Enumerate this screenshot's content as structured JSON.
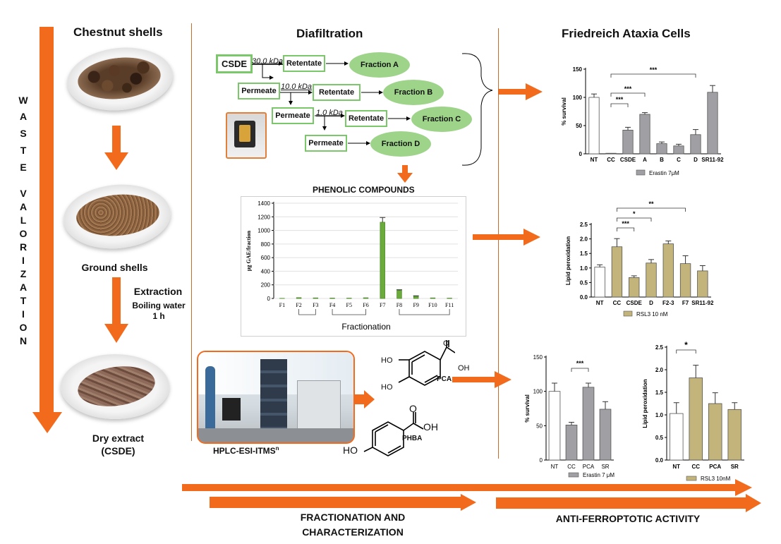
{
  "left": {
    "title": "Chestnut shells",
    "waste_label": "WASTE VALORIZATION",
    "waste_top": [
      "W",
      "A",
      "S",
      "T",
      "E"
    ],
    "waste_bottom": [
      "V",
      "A",
      "L",
      "O",
      "R",
      "I",
      "Z",
      "A",
      "T",
      "I",
      "O",
      "N"
    ],
    "ground_label": "Ground shells",
    "extraction_title": "Extraction",
    "extraction_line1": "Boiling water",
    "extraction_line2": "1 h",
    "dry_line1": "Dry extract",
    "dry_line2": "(CSDE)"
  },
  "middle": {
    "title": "Diafiltration",
    "csde": "CSDE",
    "retentate": "Retentate",
    "permeate": "Permeate",
    "kda_30": "30.0 kDa",
    "kda_10": "10.0 kDa",
    "kda_1": "1.0 kDa",
    "fraction_a": "Fraction A",
    "fraction_b": "Fraction B",
    "fraction_c": "Fraction C",
    "fraction_d": "Fraction D",
    "phenolic_title": "PHENOLIC COMPOUNDS",
    "hplc_label": "HPLC-ESI-ITMS",
    "hplc_sup": "n",
    "pca": "PCA",
    "phba": "PHBA",
    "oh": "OH",
    "ho": "HO",
    "o": "O"
  },
  "right": {
    "title": "Friedreich Ataxia Cells"
  },
  "bottom": {
    "fractionation_line1": "FRACTIONATION AND",
    "fractionation_line2": "CHARACTERIZATION",
    "anti": "ANTI-FERROPTOTIC ACTIVITY"
  },
  "colors": {
    "orange": "#f26a1b",
    "green_fill": "#9ed48a",
    "green_border": "#7bc86a",
    "green_bar": "#6aab3c",
    "gray_bar": "#a0a0a4",
    "khaki_bar": "#c2b47a"
  },
  "chart_data": [
    {
      "type": "bar",
      "ylabel": "μg GAE/fraction",
      "xlabel": "Fractionation",
      "categories": [
        "F1",
        "F2",
        "F3",
        "F4",
        "F5",
        "F6",
        "F7",
        "F8",
        "F9",
        "F10",
        "F11"
      ],
      "values": [
        2,
        12,
        8,
        6,
        5,
        10,
        1120,
        120,
        35,
        8,
        5
      ],
      "errors": [
        0,
        0,
        0,
        0,
        0,
        0,
        70,
        8,
        4,
        0,
        0
      ],
      "ylim": [
        0,
        1400
      ],
      "yticks": [
        0,
        200,
        400,
        600,
        800,
        1000,
        1200,
        1400
      ],
      "grid": true
    },
    {
      "type": "bar",
      "ylabel": "% survival",
      "categories": [
        "NT",
        "CC",
        "CSDE",
        "A",
        "B",
        "C",
        "D",
        "SR11-92"
      ],
      "values": [
        100,
        1,
        42,
        70,
        18,
        14,
        34,
        109
      ],
      "errors": [
        6,
        0,
        5,
        3,
        3,
        3,
        9,
        12
      ],
      "ylim": [
        0,
        150
      ],
      "yticks": [
        0,
        50,
        100,
        150
      ],
      "legend": "Erastin 7μM",
      "significance": [
        "***",
        "***",
        "***"
      ]
    },
    {
      "type": "bar",
      "ylabel": "Lipid peroxidation",
      "categories": [
        "NT",
        "CC",
        "CSDE",
        "D",
        "F2-3",
        "F7",
        "SR11-92"
      ],
      "values": [
        1.03,
        1.73,
        0.67,
        1.17,
        1.83,
        1.15,
        0.9
      ],
      "errors": [
        0.08,
        0.28,
        0.06,
        0.12,
        0.1,
        0.27,
        0.18
      ],
      "ylim": [
        0,
        2.5
      ],
      "yticks": [
        "0.0",
        "0.5",
        "1.0",
        "1.5",
        "2.0",
        "2.5"
      ],
      "legend": "RSL3 10 nM",
      "significance": [
        "***",
        "*",
        "**"
      ]
    },
    {
      "type": "bar",
      "ylabel": "% survival",
      "categories": [
        "NT",
        "CC",
        "PCA",
        "SR"
      ],
      "values": [
        100,
        51,
        106,
        74
      ],
      "errors": [
        12,
        4,
        6,
        11
      ],
      "ylim": [
        0,
        150
      ],
      "yticks": [
        0,
        50,
        100,
        150
      ],
      "legend": "Erastin 7 μM",
      "significance": [
        "***"
      ]
    },
    {
      "type": "bar",
      "ylabel": "Lipid peroxidation",
      "categories": [
        "NT",
        "CC",
        "PCA",
        "SR"
      ],
      "values": [
        1.03,
        1.82,
        1.25,
        1.12
      ],
      "errors": [
        0.24,
        0.28,
        0.24,
        0.15
      ],
      "ylim": [
        0,
        2.5
      ],
      "yticks": [
        "0.0",
        "0.5",
        "1.0",
        "1.5",
        "2.0",
        "2.5"
      ],
      "legend": "RSL3 10nM",
      "significance": [
        "*"
      ]
    }
  ]
}
